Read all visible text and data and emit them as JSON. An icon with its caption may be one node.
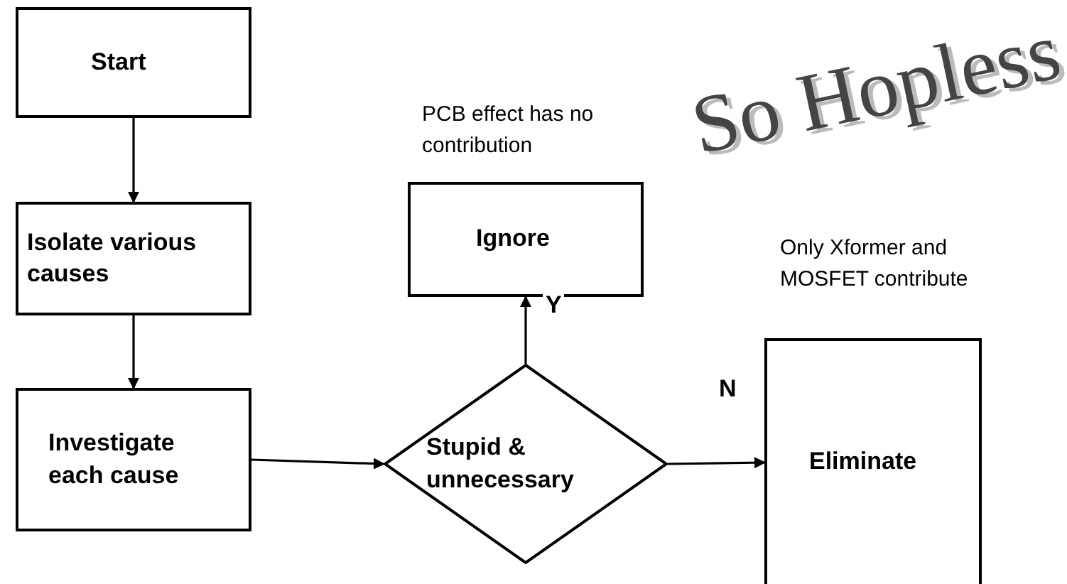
{
  "diagram": {
    "nodes": [
      {
        "text": [
          "Start"
        ]
      },
      {
        "text": [
          "Isolate various causes"
        ]
      },
      {
        "text": [
          "Investigate each cause"
        ]
      },
      {
        "text": [
          "Stupid & unnecessary"
        ]
      },
      {
        "text": [
          "Ignore"
        ],
        "beside": [
          "PCB effect has no contribution"
        ]
      },
      {
        "text": [
          "Eliminate"
        ],
        "beside": [
          "Only Xformer and MOSFET contribute"
        ]
      }
    ],
    "edges": [
      {
        "from": 0,
        "to": 1,
        "arrow": "to"
      },
      {
        "from": 1,
        "to": 2,
        "arrow": "to"
      },
      {
        "from": 2,
        "to": 3,
        "arrow": "to"
      },
      {
        "from": 3,
        "to": 4,
        "arrow": "to",
        "label": "Y"
      },
      {
        "from": 3,
        "to": 5,
        "arrow": "to",
        "label": "N"
      }
    ],
    "labels": [
      "So Hopless"
    ]
  }
}
